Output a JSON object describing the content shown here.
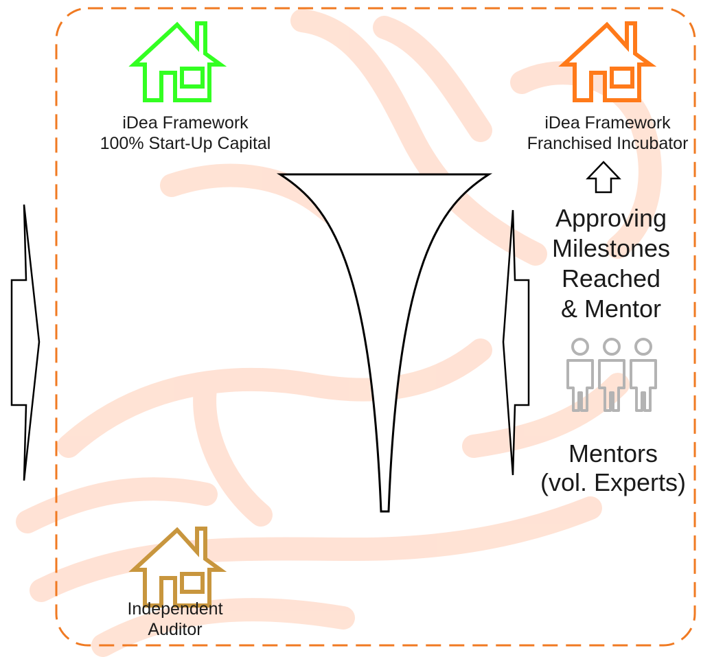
{
  "nodes": {
    "capital": {
      "line1": "iDea Framework",
      "line2": "100% Start-Up Capital",
      "icon": "house-icon",
      "color": "#33ff22"
    },
    "incubator": {
      "line1": "iDea Framework",
      "line2": "Franchised Incubator",
      "icon": "house-icon",
      "color": "#ff7a1a"
    },
    "auditor": {
      "line1": "Independent",
      "line2": "Auditor",
      "icon": "house-icon",
      "color": "#c8963e"
    }
  },
  "approval": {
    "line1": "Approving",
    "line2": "Milestones",
    "line3": "Reached",
    "line4": "& Mentor"
  },
  "mentors": {
    "line1": "Mentors",
    "line2": "(vol. Experts)",
    "icon": "people-icon",
    "count": 3,
    "color": "#b3b3b3"
  },
  "colors": {
    "frame": "#f07a22",
    "watermark": "#ffd9c7",
    "outline": "#000000"
  },
  "icons": {
    "funnel": "funnel-icon",
    "left_arrow": "right-arrow-icon",
    "right_arrow": "left-arrow-icon",
    "up_arrow": "up-arrow-icon",
    "watermark": "handshake-icon"
  }
}
